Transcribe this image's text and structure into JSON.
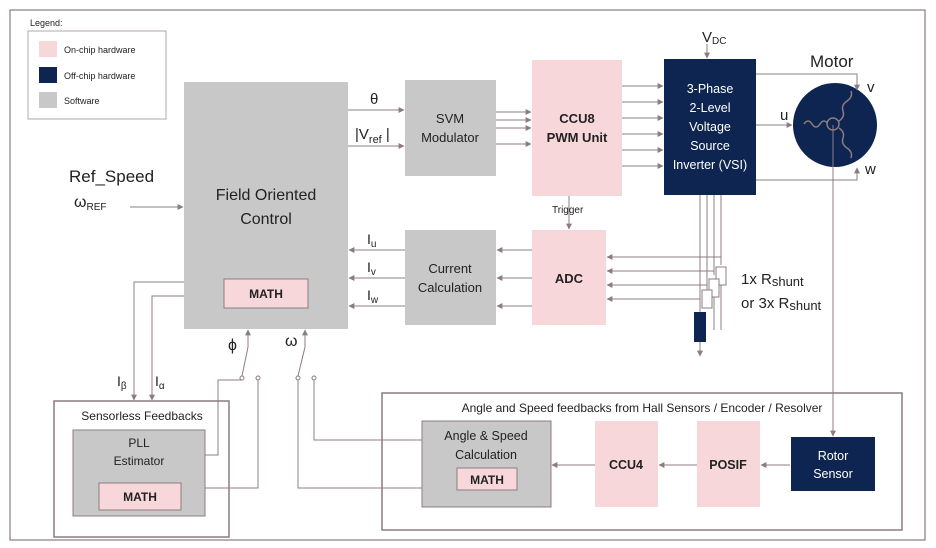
{
  "legend": {
    "title": "Legend:",
    "items": [
      {
        "label": "On-chip hardware",
        "color": "#f8d7da"
      },
      {
        "label": "Off-chip hardware",
        "color": "#0d2550"
      },
      {
        "label": "Software",
        "color": "#c8c8c8"
      }
    ]
  },
  "colors": {
    "onchip": "#f8d7da",
    "offchip": "#0d2550",
    "software": "#c8c8c8",
    "frame": "#8c7c80",
    "arrow": "#8c7c80",
    "text": "#222222"
  },
  "blocks": {
    "foc": {
      "line1": "Field Oriented",
      "line2": "Control",
      "math": "MATH"
    },
    "svm": {
      "line1": "SVM",
      "line2": "Modulator"
    },
    "ccu8": {
      "line1": "CCU8",
      "line2": "PWM Unit"
    },
    "vsi": {
      "line1": "3-Phase",
      "line2": "2-Level",
      "line3": "Voltage",
      "line4": "Source",
      "line5": "Inverter (VSI)"
    },
    "adc": {
      "label": "ADC"
    },
    "current": {
      "line1": "Current",
      "line2": "Calculation"
    },
    "pll": {
      "line1": "PLL",
      "line2": "Estimator",
      "math": "MATH"
    },
    "angle": {
      "line1": "Angle & Speed",
      "line2": "Calculation",
      "math": "MATH"
    },
    "ccu4": {
      "label": "CCU4"
    },
    "posif": {
      "label": "POSIF"
    },
    "rotor": {
      "line1": "Rotor",
      "line2": "Sensor"
    }
  },
  "signals": {
    "theta": "θ",
    "vref_open": "|V",
    "vref_sub": "ref",
    "vref_close": " |",
    "iu": "I",
    "iu_sub": "u",
    "iv": "I",
    "iv_sub": "v",
    "iw": "I",
    "iw_sub": "w",
    "ref_speed": "Ref_Speed",
    "omega_ref": "ω",
    "omega_ref_sub": "REF",
    "trigger": "Trigger",
    "vdc": "V",
    "vdc_sub": "DC",
    "motor": "Motor",
    "u": "u",
    "v": "v",
    "w": "w",
    "shunt1_prefix": "1x R",
    "shunt1_sub": "shunt",
    "shunt3_prefix": "or 3x R",
    "shunt3_sub": "shunt",
    "phi": "ϕ",
    "omega": "ω",
    "ibeta": "I",
    "ibeta_sub": "β",
    "ialpha": "I",
    "ialpha_sub": "α"
  },
  "groups": {
    "sensorless": "Sensorless Feedbacks",
    "hall": "Angle and Speed feedbacks from Hall Sensors / Encoder / Resolver"
  }
}
